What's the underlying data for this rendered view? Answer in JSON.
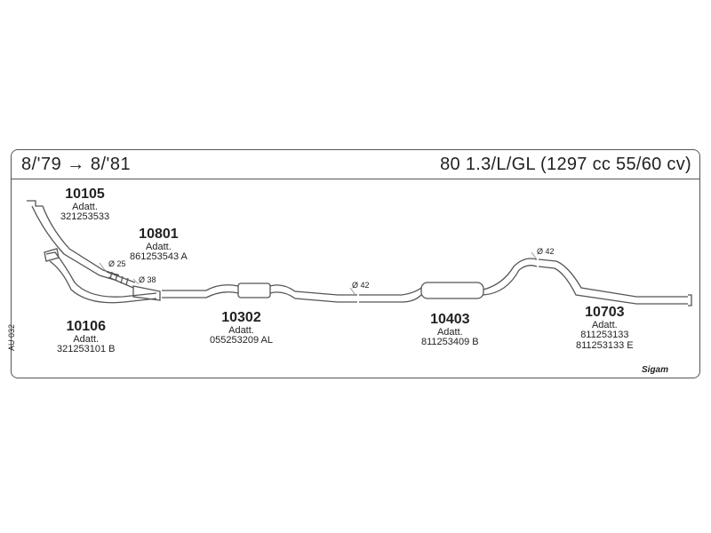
{
  "header": {
    "date_range": "8/'79 → 8/'81",
    "model": "80 1.3/L/GL (1297 cc 55/60 cv)"
  },
  "parts": [
    {
      "number": "10105",
      "label": "Adatt.",
      "codes": [
        "321253533"
      ]
    },
    {
      "number": "10801",
      "label": "Adatt.",
      "codes": [
        "861253543 A"
      ]
    },
    {
      "number": "10106",
      "label": "Adatt.",
      "codes": [
        "321253101 B"
      ]
    },
    {
      "number": "10302",
      "label": "Adatt.",
      "codes": [
        "055253209 AL"
      ]
    },
    {
      "number": "10403",
      "label": "Adatt.",
      "codes": [
        "811253409 B"
      ]
    },
    {
      "number": "10703",
      "label": "Adatt.",
      "codes": [
        "811253133",
        "811253133 E"
      ]
    }
  ],
  "diameters": [
    "Ø 25",
    "Ø 38",
    "Ø 42",
    "Ø 42"
  ],
  "side_label": "AU 032",
  "brand": "Sigam"
}
